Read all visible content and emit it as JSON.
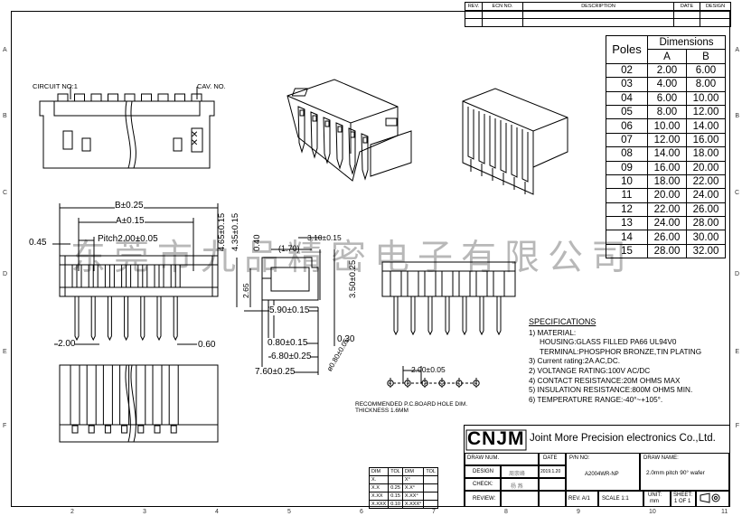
{
  "revision_block": {
    "headers": [
      "REV.",
      "ECN NO.",
      "DESCRIPTION",
      "DATE",
      "DESIGN"
    ]
  },
  "dimensions_table": {
    "poles_header": "Poles",
    "dimensions_header": "Dimensions",
    "col_a": "A",
    "col_b": "B",
    "rows": [
      [
        "02",
        "2.00",
        "6.00"
      ],
      [
        "03",
        "4.00",
        "8.00"
      ],
      [
        "04",
        "6.00",
        "10.00"
      ],
      [
        "05",
        "8.00",
        "12.00"
      ],
      [
        "06",
        "10.00",
        "14.00"
      ],
      [
        "07",
        "12.00",
        "16.00"
      ],
      [
        "08",
        "14.00",
        "18.00"
      ],
      [
        "09",
        "16.00",
        "20.00"
      ],
      [
        "10",
        "18.00",
        "22.00"
      ],
      [
        "11",
        "20.00",
        "24.00"
      ],
      [
        "12",
        "22.00",
        "26.00"
      ],
      [
        "13",
        "24.00",
        "28.00"
      ],
      [
        "14",
        "26.00",
        "30.00"
      ],
      [
        "15",
        "28.00",
        "32.00"
      ]
    ]
  },
  "top_view": {
    "circuit_label": "CIRCUIT NO:1",
    "cav_label": "CAV. NO."
  },
  "front_view": {
    "dim_b": "B±0.25",
    "dim_a": "A±0.15",
    "dim_pitch": "Pitch2.00±0.05",
    "dim_045": "0.45",
    "dim_200": "2.00",
    "dim_060": "0.60"
  },
  "side_view": {
    "dim_465": "4.65±0.15",
    "dim_435": "4.35±0.15",
    "dim_040": "0.40",
    "dim_310": "3.10±0.15",
    "dim_170": "(1.70)",
    "dim_265": "2.65",
    "dim_350": "3.50±0.25",
    "dim_590": "5.90±0.15",
    "dim_080": "0.80±0.15",
    "dim_030": "0.30",
    "dim_680": "6.80±0.25",
    "dim_760": "7.60±0.25"
  },
  "pcb_layout": {
    "hole_dim": "ø0.80±0.05",
    "pitch": "2.00±0.05",
    "note_line1": "RECOMMENDED P.C.BOARD HOLE DIM.",
    "note_line2": "THICKNESS 1.6MM"
  },
  "specifications": {
    "title": "SPECIFICATIONS",
    "lines": [
      "1) MATERIAL:",
      "HOUSING:GLASS FILLED PA66 UL94V0",
      "TERMINAL:PHOSPHOR BRONZE,TIN PLATING",
      "3) Current rating:2A AC,DC.",
      "2) VOLTANGE RATING:100V AC/DC",
      "4) CONTACT RESISTANCE:20M OHMS MAX",
      "5) INSULATION RESISTANCE:800M OHMS MIN.",
      "6) TEMPERATURE RANGE:-40°~+105°."
    ]
  },
  "title_block": {
    "brand": "CNJM",
    "company": "Joint More Precision electronics Co.,Ltd.",
    "draw_num_label": "DRAW NUM.",
    "design_label": "DESIGN",
    "design_value": "周崇峰",
    "check_label": "CHECK:",
    "check_value": "杨 燕",
    "review_label": "REVIEW:",
    "date_label": "DATE",
    "date_value": "2019.1.20",
    "pn_label": "P/N NO:",
    "pn_value": "A2004WR-NP",
    "draw_name_label": "DRAW NAME:",
    "draw_name_value": "2.0mm pitch 90° wafer",
    "rev_value": "REV. A/1",
    "scale_value": "SCALE 1:1",
    "unit_label": "UNIT:",
    "unit_value": "mm",
    "sheet_label": "SHEET:",
    "sheet_value": "1 OF 1"
  },
  "tolerance_table": {
    "headers": [
      "DIM",
      "TOL",
      "DIM",
      "TOL"
    ],
    "rows": [
      [
        "X.",
        "",
        "X°",
        ""
      ],
      [
        "X.X",
        "0.25",
        "X.X°",
        ""
      ],
      [
        "X.XX",
        "0.15",
        "X.XX°",
        ""
      ],
      [
        "X.XXX",
        "0.10",
        "X.XXX°",
        ""
      ]
    ]
  },
  "watermark": "东莞市九品精密电子有限公司",
  "zone_letters": [
    "A",
    "B",
    "C",
    "D",
    "E",
    "F"
  ],
  "zone_numbers": [
    "2",
    "3",
    "4",
    "5",
    "6",
    "7",
    "8",
    "9",
    "10",
    "11"
  ]
}
